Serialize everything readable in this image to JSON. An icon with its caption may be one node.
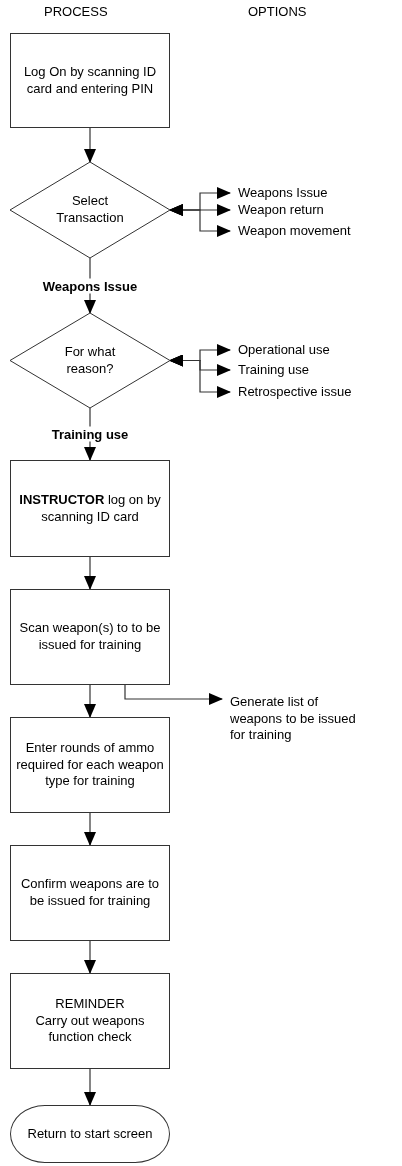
{
  "diagram": {
    "nodes": [
      {
        "text": [
          "Log On by scanning ID card and entering PIN"
        ]
      },
      {
        "text": [
          "Select Transaction"
        ]
      },
      {
        "text": [
          "Weapons Issue"
        ]
      },
      {
        "text": [
          "Weapon return"
        ]
      },
      {
        "text": [
          "Weapon movement"
        ]
      },
      {
        "text": [
          "For what reason?"
        ]
      },
      {
        "text": [
          "Operational use"
        ]
      },
      {
        "text": [
          "Training use"
        ]
      },
      {
        "text": [
          "Retrospective issue"
        ]
      },
      {
        "text": [
          "**INSTRUCTOR** log on by scanning ID card"
        ]
      },
      {
        "text": [
          "Scan weapon(s) to to be issued for training"
        ]
      },
      {
        "text": [
          "Generate list of weapons to be issued for training"
        ]
      },
      {
        "text": [
          "Enter rounds of ammo required for each weapon type for training"
        ]
      },
      {
        "text": [
          "Confirm weapons are to be issued for training"
        ]
      },
      {
        "text": [
          "REMINDER",
          "Carry out weapons function check"
        ]
      },
      {
        "text": [
          "Return to start screen"
        ]
      }
    ],
    "edges": [
      {
        "from": 0,
        "to": 1,
        "arrow": "to"
      },
      {
        "from": 1,
        "to": 2,
        "arrow": "both"
      },
      {
        "from": 1,
        "to": 3,
        "arrow": "both"
      },
      {
        "from": 1,
        "to": 4,
        "arrow": "both"
      },
      {
        "from": 1,
        "to": 5,
        "arrow": "to",
        "label": "Weapons Issue"
      },
      {
        "from": 5,
        "to": 6,
        "arrow": "both"
      },
      {
        "from": 5,
        "to": 7,
        "arrow": "both"
      },
      {
        "from": 5,
        "to": 8,
        "arrow": "both"
      },
      {
        "from": 5,
        "to": 9,
        "arrow": "to",
        "label": "Training use"
      },
      {
        "from": 9,
        "to": 10,
        "arrow": "to"
      },
      {
        "from": 10,
        "to": 11,
        "arrow": "to"
      },
      {
        "from": 10,
        "to": 12,
        "arrow": "to"
      },
      {
        "from": 12,
        "to": 13,
        "arrow": "to"
      },
      {
        "from": 13,
        "to": 14,
        "arrow": "to"
      },
      {
        "from": 14,
        "to": 15,
        "arrow": "to"
      }
    ],
    "labels": [
      "PROCESS",
      "OPTIONS"
    ]
  }
}
